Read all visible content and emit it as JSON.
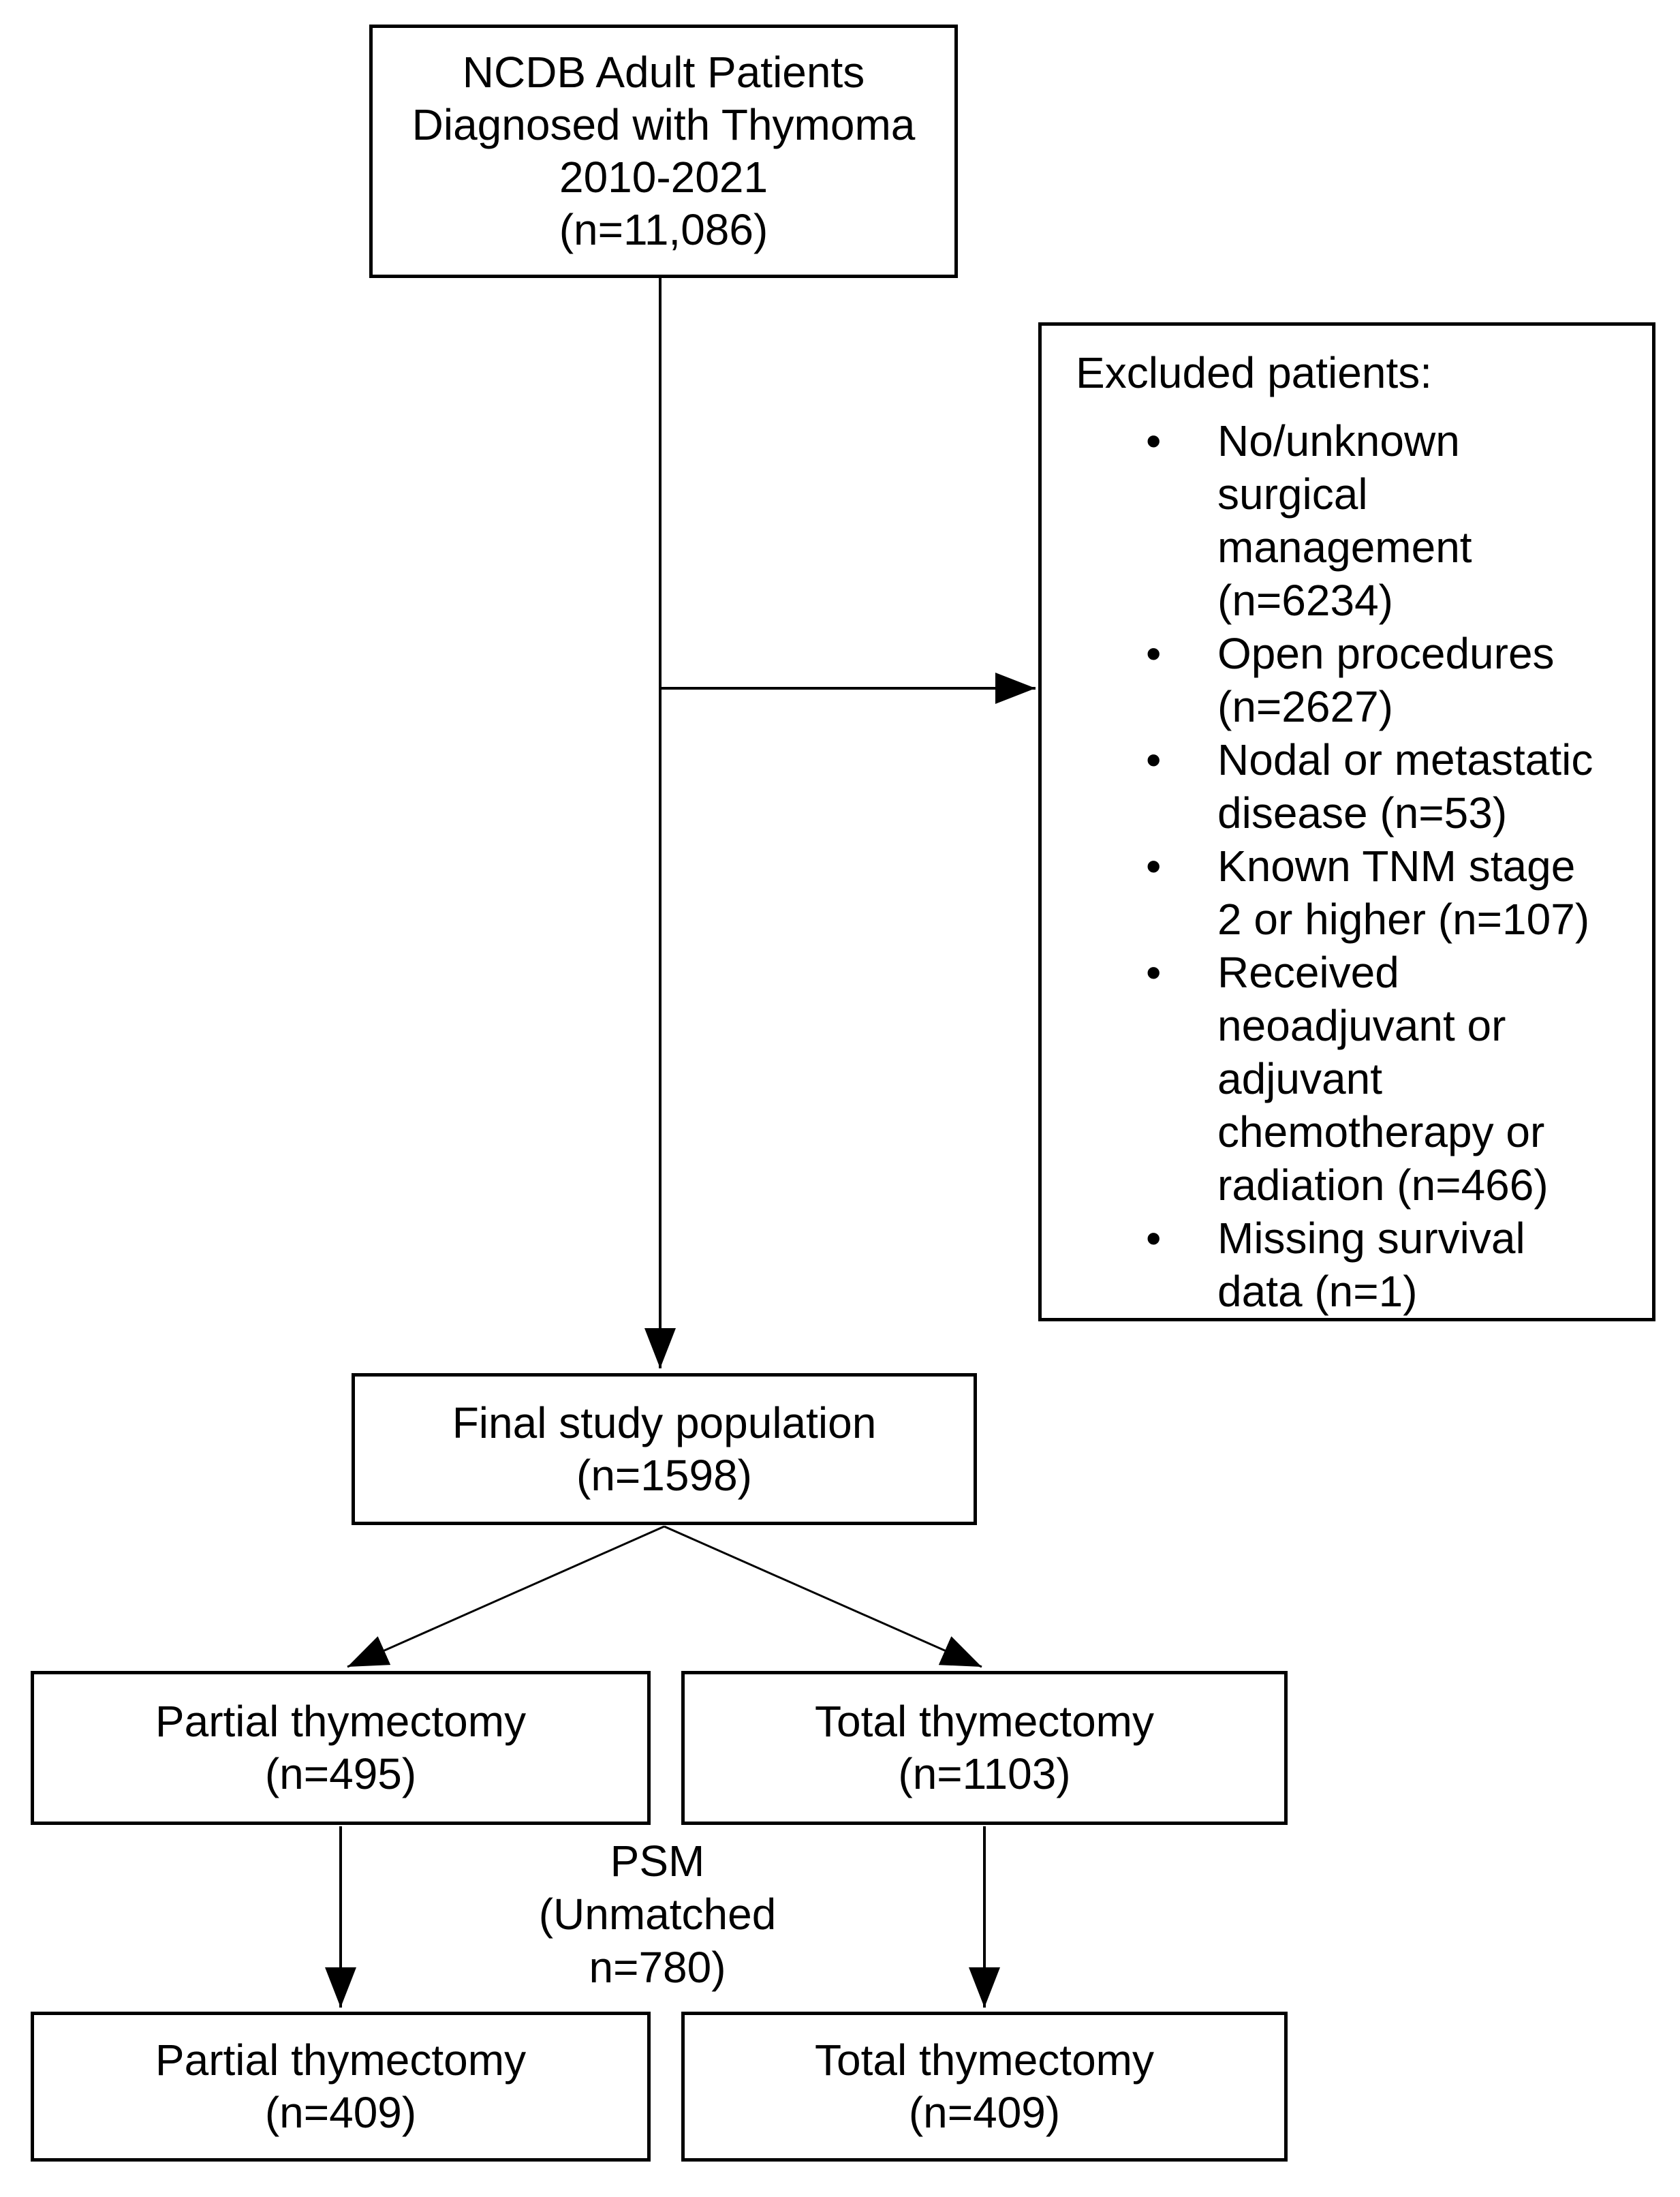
{
  "colors": {
    "background": "#ffffff",
    "line": "#000000",
    "text": "#000000"
  },
  "flowchart": {
    "top_box": {
      "lines": [
        "NCDB Adult Patients",
        "Diagnosed with Thymoma",
        "2010-2021",
        "(n=11,086)"
      ]
    },
    "excluded_box": {
      "title": "Excluded patients:",
      "bullet_glyph": "•",
      "items": [
        {
          "lines": [
            "No/unknown",
            "surgical",
            "management",
            "(n=6234)"
          ]
        },
        {
          "lines": [
            "Open procedures",
            "(n=2627)"
          ]
        },
        {
          "lines": [
            "Nodal or metastatic",
            "disease (n=53)"
          ]
        },
        {
          "lines": [
            "Known TNM stage",
            "2 or higher (n=107)"
          ]
        },
        {
          "lines": [
            "Received",
            "neoadjuvant or",
            "adjuvant",
            "chemotherapy or",
            "radiation (n=466)"
          ]
        },
        {
          "lines": [
            "Missing survival",
            "data (n=1)"
          ]
        }
      ]
    },
    "final_box": {
      "lines": [
        "Final study population",
        "(n=1598)"
      ]
    },
    "partial_box": {
      "lines": [
        "Partial thymectomy",
        "(n=495)"
      ]
    },
    "total_box": {
      "lines": [
        "Total thymectomy",
        "(n=1103)"
      ]
    },
    "psm_label": {
      "lines": [
        "PSM",
        "(Unmatched",
        "n=780)"
      ]
    },
    "matched_partial_box": {
      "lines": [
        "Partial thymectomy",
        "(n=409)"
      ]
    },
    "matched_total_box": {
      "lines": [
        "Total thymectomy",
        "(n=409)"
      ]
    }
  }
}
